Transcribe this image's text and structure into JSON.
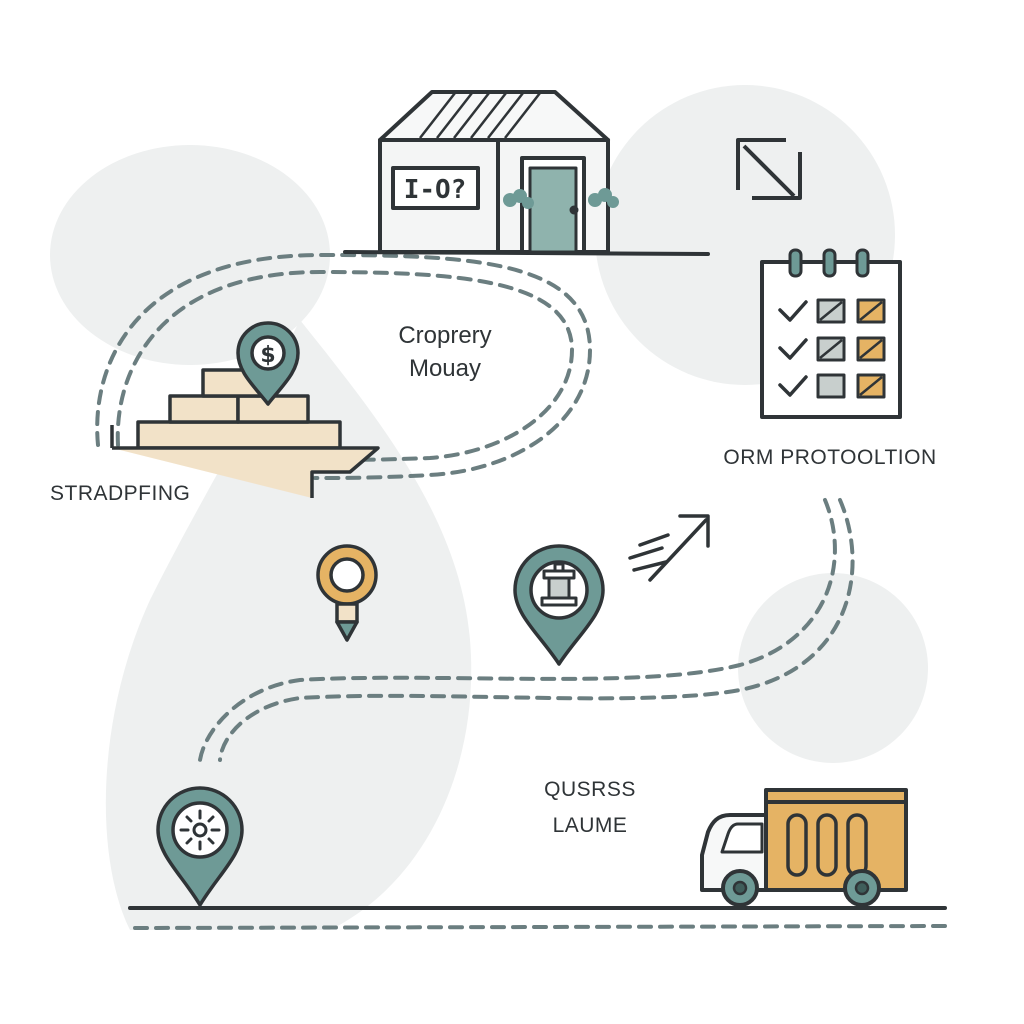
{
  "labels": {
    "store_sign": "I-O?",
    "center_top_line1": "Croprery",
    "center_top_line2": "Mouay",
    "left_label": "STRADPFING",
    "right_label": "ORM PROTOOLTION",
    "bottom_line1": "QUSRSS",
    "bottom_line2": "LAUME"
  },
  "icons": {
    "store": "storefront-icon",
    "money_pin": "dollar-location-pin-icon",
    "calendar": "checklist-calendar-icon",
    "bulb": "lightbulb-icon",
    "pedestal_pin": "pedestal-location-pin-icon",
    "target_pin": "target-location-pin-icon",
    "truck": "delivery-truck-icon",
    "resize_arrow": "diagonal-double-arrow-icon",
    "speed_arrow": "speed-arrow-icon"
  },
  "colors": {
    "line": "#2f3437",
    "teal": "#6e9a96",
    "teal_dark": "#3f5e5b",
    "dash": "#6b7e80",
    "sand": "#f2e2c8",
    "gold": "#e5b364",
    "blob": "#eef0f0"
  }
}
